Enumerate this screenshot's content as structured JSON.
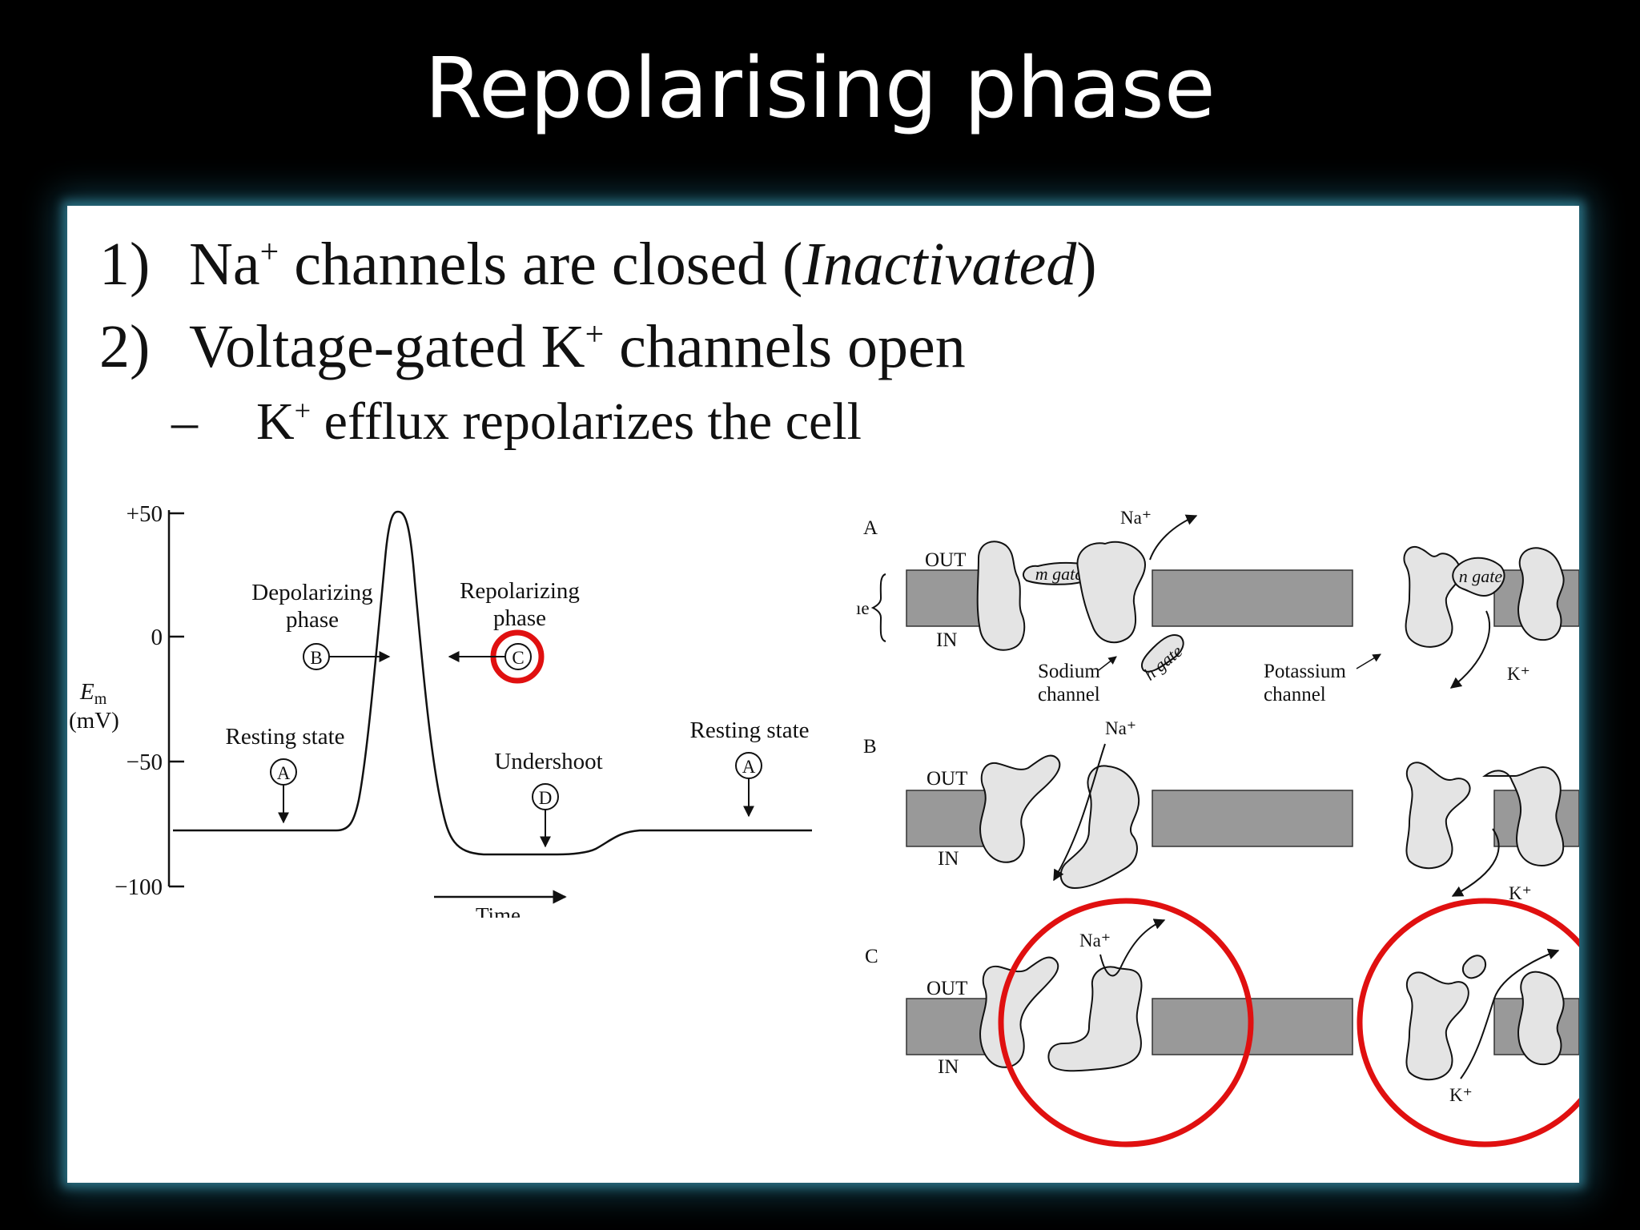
{
  "slide": {
    "title": "Repolarising phase"
  },
  "bullets": [
    {
      "num": "1)",
      "pre": "Na",
      "sup": "+",
      "mid": " channels are closed (",
      "ital": "Inactivated",
      "post": ")"
    },
    {
      "num": "2)",
      "pre": "Voltage-gated K",
      "sup": "+",
      "post": " channels open"
    }
  ],
  "sub_bullet": {
    "dash": "–",
    "pre": "K",
    "sup": "+",
    "post": " efflux repolarizes the cell"
  },
  "action_potential": {
    "y_ticks": [
      "+50",
      "0",
      "−50",
      "−100"
    ],
    "ylabel_em": "E",
    "ylabel_sub": "m",
    "ylabel_unit": "(mV)",
    "xlabel": "Time",
    "depolarizing": [
      "Depolarizing",
      "phase"
    ],
    "repolarizing": [
      "Repolarizing",
      "phase"
    ],
    "resting_left": "Resting state",
    "resting_right": "Resting state",
    "undershoot": "Undershoot",
    "markers": {
      "a": "A",
      "b": "B",
      "c": "C",
      "d": "D"
    },
    "highlight_color": "#e01010"
  },
  "channels": {
    "panel_labels": [
      "A",
      "B",
      "C"
    ],
    "out": "OUT",
    "in": "IN",
    "membrane_partial": "ıe",
    "na_ion": "Na⁺",
    "k_ion": "K⁺",
    "m_gate": "m gate",
    "h_gate": "h gate",
    "n_gate": "n gate",
    "sodium_channel": [
      "Sodium",
      "channel"
    ],
    "potassium_channel": [
      "Potassium",
      "channel"
    ],
    "membrane_color": "#999999",
    "protein_color": "#e4e4e4"
  }
}
